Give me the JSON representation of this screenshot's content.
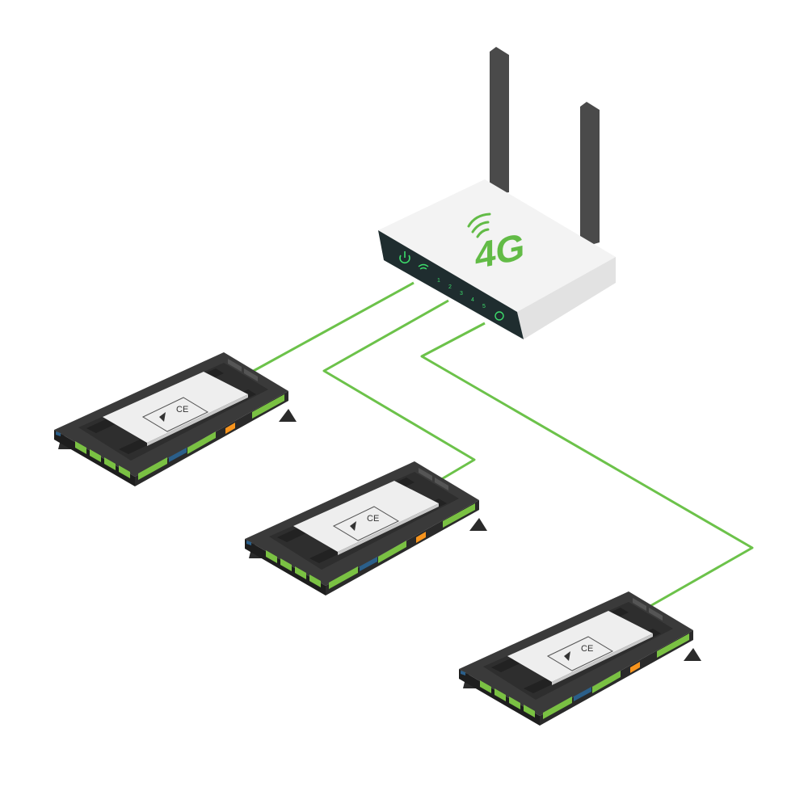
{
  "router": {
    "label": "4G",
    "port_labels": [
      "1",
      "2",
      "3",
      "4",
      "5"
    ]
  },
  "controllers": [
    {
      "mark": "CE"
    },
    {
      "mark": "CE"
    },
    {
      "mark": "CE"
    }
  ],
  "colors": {
    "link": "#6cc24a",
    "brand_green": "#62bb46",
    "router_body": "#f3f3f3",
    "router_front": "#1f2d2f",
    "antenna": "#4a4a4a",
    "controller_body": "#2b2b2b",
    "terminal_green": "#7ac143",
    "terminal_orange": "#f7941d",
    "label_panel": "#eeeeee"
  },
  "icons": [
    "power-icon",
    "wifi-icon",
    "signal-waves-icon",
    "warning-icon",
    "ce-mark"
  ]
}
